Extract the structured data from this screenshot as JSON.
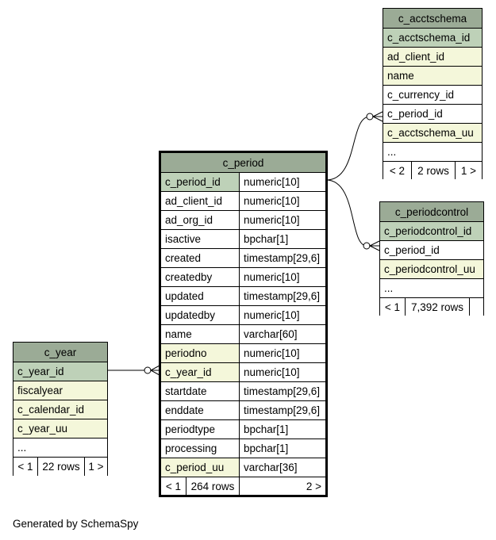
{
  "tables": {
    "c_acctschema": {
      "name": "c_acctschema",
      "columns": [
        {
          "name": "c_acctschema_id",
          "kind": "pk"
        },
        {
          "name": "ad_client_id",
          "kind": "idx"
        },
        {
          "name": "name",
          "kind": "idx"
        },
        {
          "name": "c_currency_id",
          "kind": "plain"
        },
        {
          "name": "c_period_id",
          "kind": "plain"
        },
        {
          "name": "c_acctschema_uu",
          "kind": "idx"
        },
        {
          "name": "...",
          "kind": "plain"
        }
      ],
      "footer": {
        "prev": "< 2",
        "rows": "2 rows",
        "next": "1 >"
      }
    },
    "c_periodcontrol": {
      "name": "c_periodcontrol",
      "columns": [
        {
          "name": "c_periodcontrol_id",
          "kind": "pk"
        },
        {
          "name": "c_period_id",
          "kind": "plain"
        },
        {
          "name": "c_periodcontrol_uu",
          "kind": "idx"
        },
        {
          "name": "...",
          "kind": "plain"
        }
      ],
      "footer": {
        "prev": "< 1",
        "rows": "7,392 rows",
        "next": ""
      }
    },
    "c_period": {
      "name": "c_period",
      "columns": [
        {
          "name": "c_period_id",
          "type": "numeric[10]",
          "kind": "pk"
        },
        {
          "name": "ad_client_id",
          "type": "numeric[10]",
          "kind": "plain"
        },
        {
          "name": "ad_org_id",
          "type": "numeric[10]",
          "kind": "plain"
        },
        {
          "name": "isactive",
          "type": "bpchar[1]",
          "kind": "plain"
        },
        {
          "name": "created",
          "type": "timestamp[29,6]",
          "kind": "plain"
        },
        {
          "name": "createdby",
          "type": "numeric[10]",
          "kind": "plain"
        },
        {
          "name": "updated",
          "type": "timestamp[29,6]",
          "kind": "plain"
        },
        {
          "name": "updatedby",
          "type": "numeric[10]",
          "kind": "plain"
        },
        {
          "name": "name",
          "type": "varchar[60]",
          "kind": "plain"
        },
        {
          "name": "periodno",
          "type": "numeric[10]",
          "kind": "idx"
        },
        {
          "name": "c_year_id",
          "type": "numeric[10]",
          "kind": "idx"
        },
        {
          "name": "startdate",
          "type": "timestamp[29,6]",
          "kind": "plain"
        },
        {
          "name": "enddate",
          "type": "timestamp[29,6]",
          "kind": "plain"
        },
        {
          "name": "periodtype",
          "type": "bpchar[1]",
          "kind": "plain"
        },
        {
          "name": "processing",
          "type": "bpchar[1]",
          "kind": "plain"
        },
        {
          "name": "c_period_uu",
          "type": "varchar[36]",
          "kind": "idx"
        }
      ],
      "footer": {
        "prev": "< 1",
        "rows": "264 rows",
        "next": "2 >"
      }
    },
    "c_year": {
      "name": "c_year",
      "columns": [
        {
          "name": "c_year_id",
          "kind": "pk"
        },
        {
          "name": "fiscalyear",
          "kind": "idx"
        },
        {
          "name": "c_calendar_id",
          "kind": "idx"
        },
        {
          "name": "c_year_uu",
          "kind": "idx"
        },
        {
          "name": "...",
          "kind": "plain"
        }
      ],
      "footer": {
        "prev": "< 1",
        "rows": "22 rows",
        "next": "1 >"
      }
    }
  },
  "colors": {
    "header": "#9bab96",
    "pk": "#bed1b8",
    "idx": "#f4f7da"
  },
  "generated_by": "Generated by SchemaSpy"
}
